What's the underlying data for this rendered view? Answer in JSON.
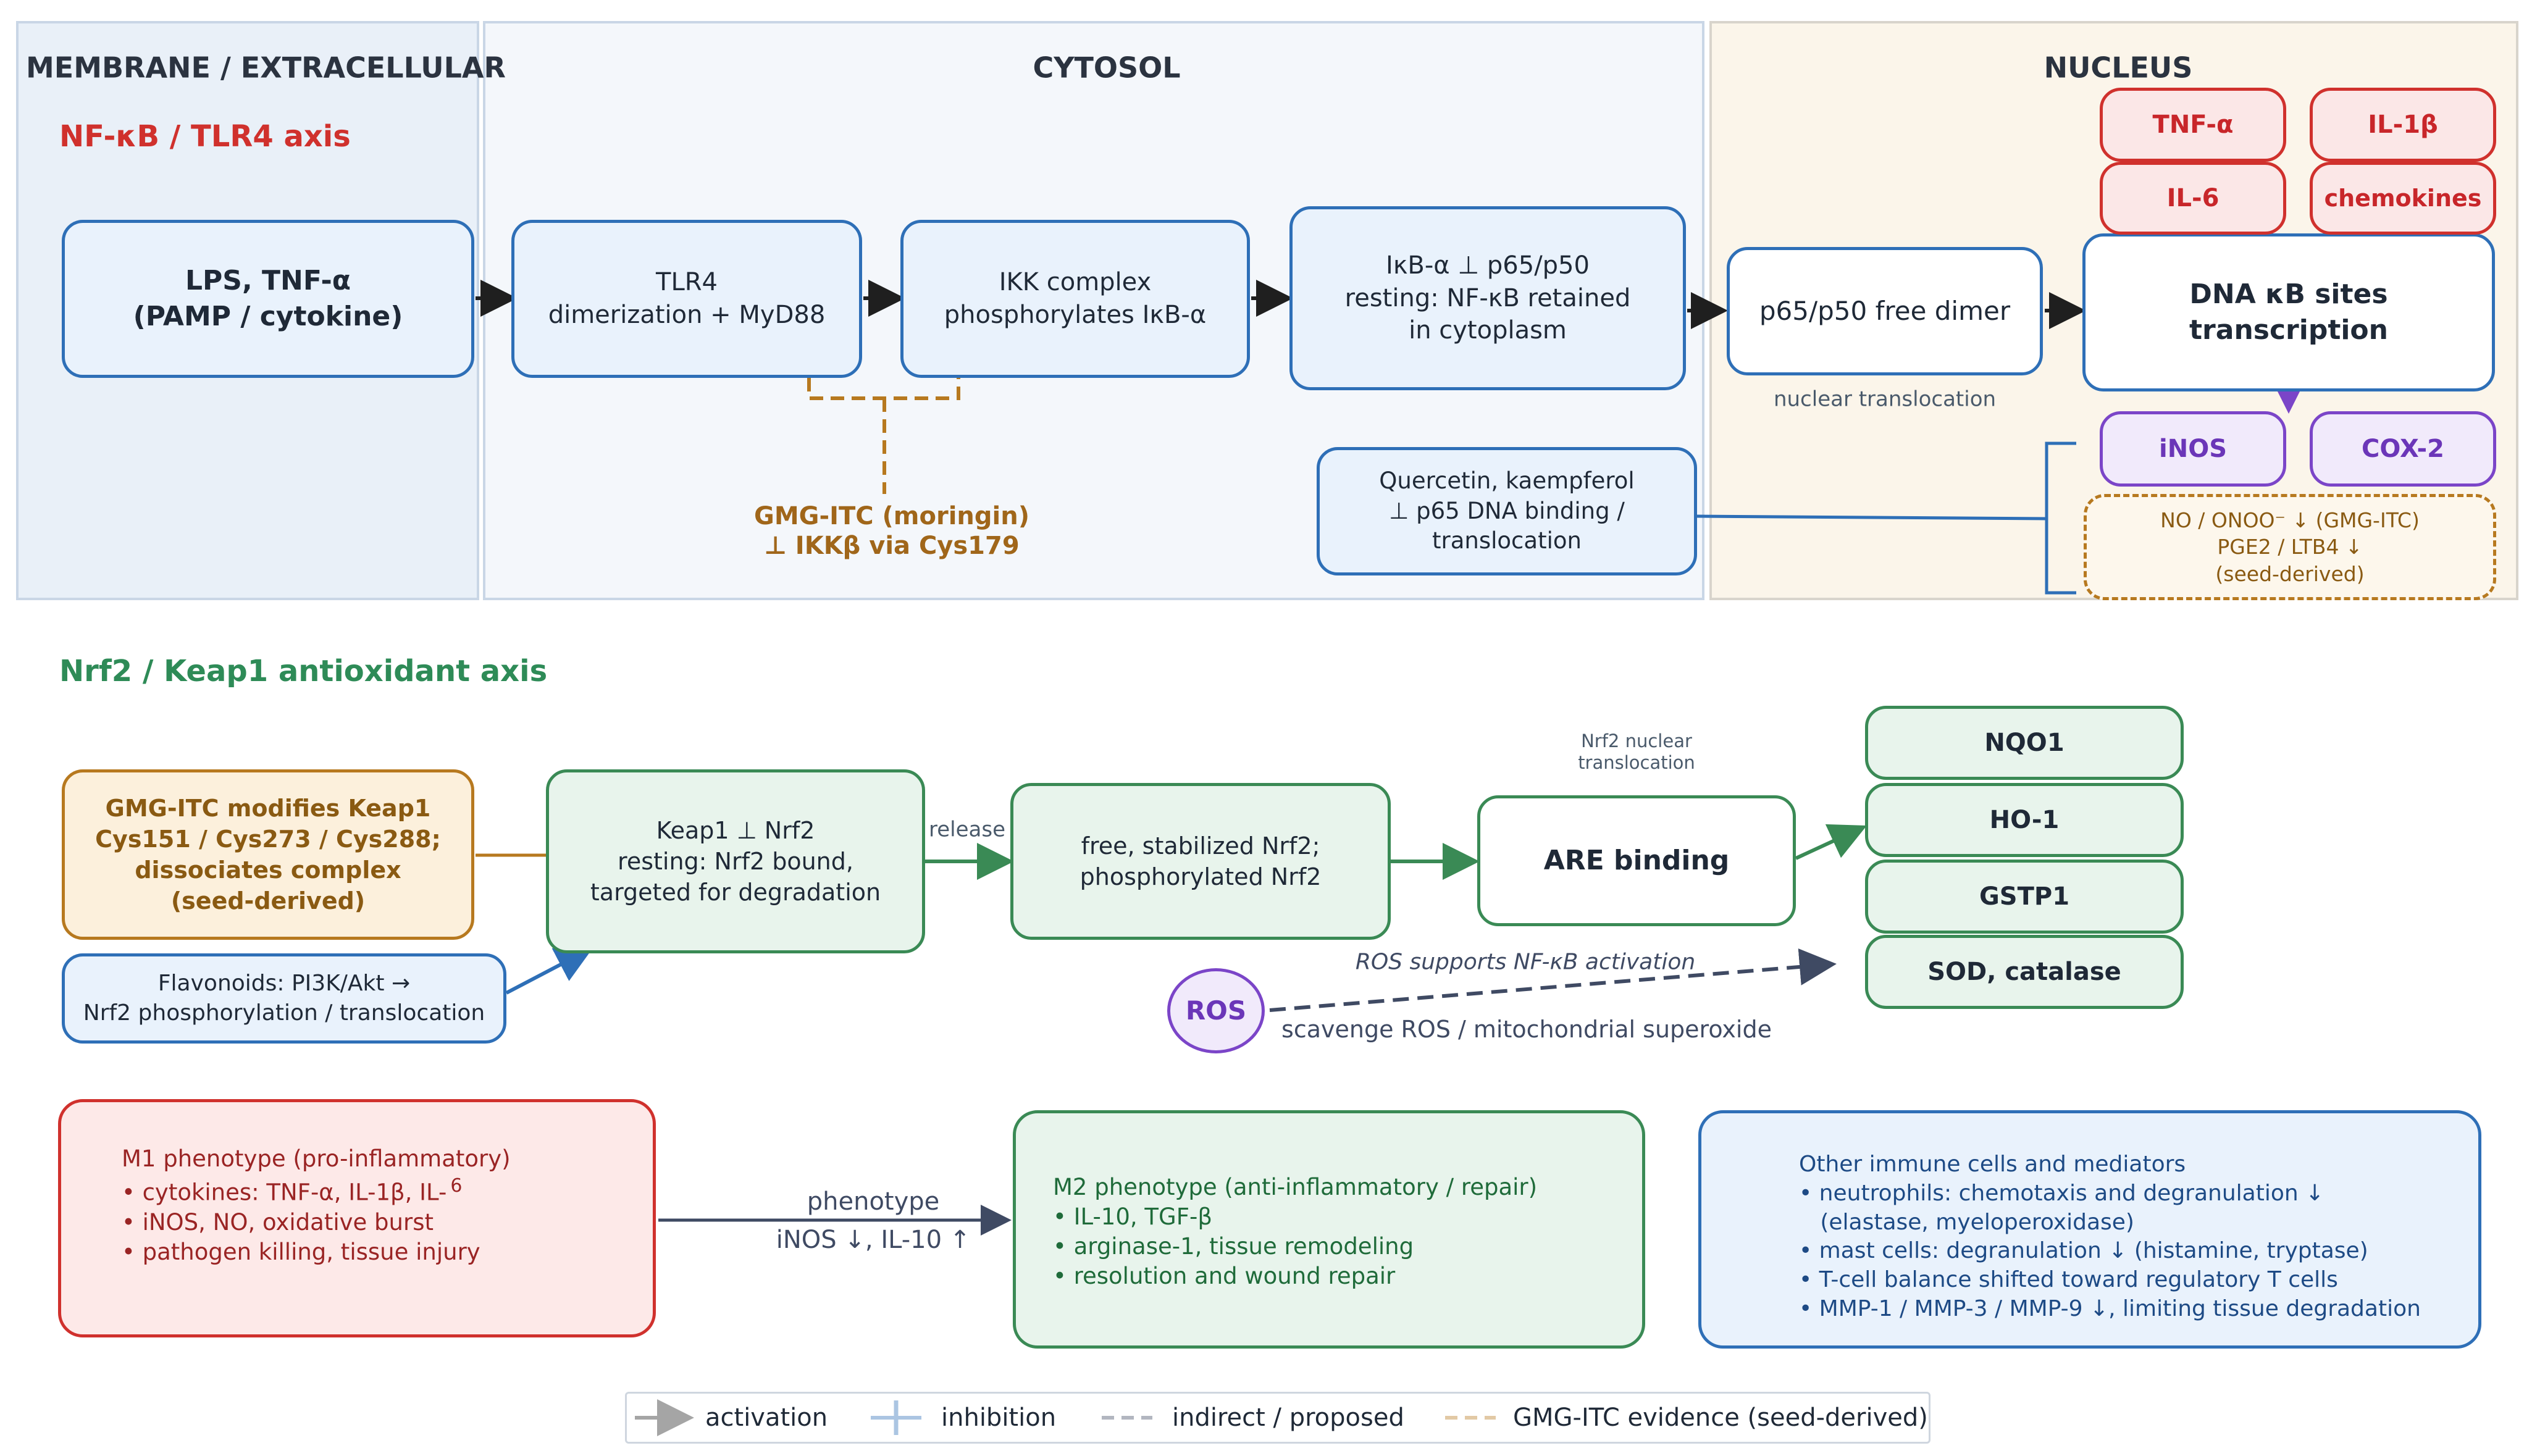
{
  "zones": {
    "membrane": "MEMBRANE / EXTRACELLULAR",
    "cytosol": "CYTOSOL",
    "nucleus": "NUCLEUS"
  },
  "nfkb_axis": {
    "title": "NF-κB / TLR4 axis",
    "title_color": "#d0312d",
    "lps": "LPS, TNF-α\n(PAMP / cytokine)",
    "tlr4": "TLR4\ndimerization + MyD88",
    "ikk": "IKK complex\nphosphorylates IκB-α",
    "ikba": "IκB-α ⊥ p65/p50\nresting: NF-κB retained\nin cytoplasm",
    "p65_free": "p65/p50 free dimer",
    "nuclear_translocation": "nuclear translocation",
    "dna": "DNA κB sites\ntranscription",
    "gmg_itc": "GMG-ITC (moringin)\n⊥ IKKβ via Cys179",
    "quercetin": "Quercetin, kaempferol\n⊥ p65 DNA binding /\ntranslocation",
    "cytokines": [
      "TNF-α",
      "IL-1β",
      "IL-6",
      "chemokines"
    ],
    "enzymes": [
      "iNOS",
      "COX-2"
    ],
    "no_box": "NO / ONOO⁻ ↓ (GMG-ITC)\nPGE2 / LTB4 ↓\n(seed-derived)"
  },
  "nrf2_axis": {
    "title": "Nrf2 / Keap1 antioxidant axis",
    "title_color": "#2e8b57",
    "gmg_keap1": "GMG-ITC modifies Keap1\nCys151 / Cys273 / Cys288;\ndissociates complex\n(seed-derived)",
    "flavonoids": "Flavonoids: PI3K/Akt →\nNrf2 phosphorylation / translocation",
    "keap1": "Keap1 ⊥ Nrf2\nresting: Nrf2 bound,\ntargeted for degradation",
    "release": "release",
    "free_nrf2": "free, stabilized Nrf2;\nphosphorylated Nrf2",
    "nrf2_translocation": "Nrf2 nuclear\ntranslocation",
    "are": "ARE binding",
    "genes": [
      "NQO1",
      "HO-1",
      "GSTP1",
      "SOD, catalase"
    ],
    "ros": "ROS",
    "ros_supports": "ROS supports NF-κB activation",
    "scavenge": "scavenge ROS / mitochondrial superoxide"
  },
  "phenotype": {
    "m1_title": "M1 phenotype (pro-inflammatory)",
    "m1_items": [
      "• cytokines: TNF-α, IL-1β, IL-",
      "• iNOS, NO, oxidative burst",
      "• pathogen killing, tissue injury"
    ],
    "m1_superscript": "6",
    "shift_label": "phenotype",
    "shift_sub": "iNOS ↓, IL-10 ↑",
    "m2_title": "M2 phenotype (anti-inflammatory / repair)",
    "m2_items": [
      "• IL-10, TGF-β",
      "• arginase-1, tissue remodeling",
      "• resolution and wound repair"
    ],
    "other_title": "Other immune cells and mediators",
    "other_items": [
      "• neutrophils: chemotaxis and degranulation ↓",
      "   (elastase, myeloperoxidase)",
      "• mast cells: degranulation ↓ (histamine, tryptase)",
      "• T-cell balance shifted toward regulatory T cells",
      "• MMP-1 / MMP-3 / MMP-9 ↓, limiting tissue degradation"
    ]
  },
  "legend": {
    "activation": "activation",
    "inhibition": "inhibition",
    "indirect": "indirect / proposed",
    "gmg": "GMG-ITC evidence (seed-derived)"
  },
  "colors": {
    "activation": "#1f1f1f",
    "inhibition": "#2e6fb7",
    "indirect": "#3f4a63",
    "gmg": "#b7791f",
    "nrf2": "#3a8a55",
    "purple": "#7b45c8"
  }
}
